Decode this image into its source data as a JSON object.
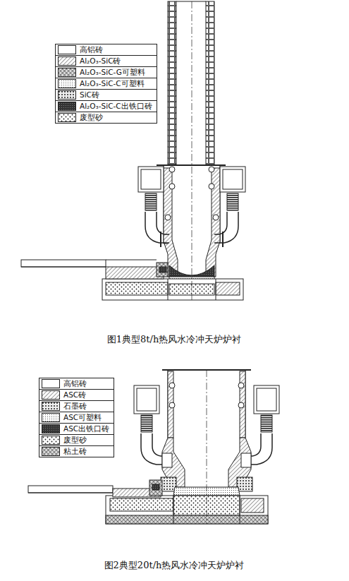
{
  "diagram": {
    "labels": [
      "图1典型8t/h热风水冷冲天炉炉衬",
      "图2典型20t/h热风水冷冲天炉炉衬"
    ],
    "legend": [
      {
        "text": "高铝砖",
        "color": "#ffffff"
      },
      {
        "text": "Al₂O₃-SiC砖"
      },
      {
        "text": "Al₂O₃-SiC-G可塑料"
      },
      {
        "text": "Al₂O₃-SiC-C可塑料"
      },
      {
        "text": "SiC砖"
      },
      {
        "text": "Al₂O₃-SiC-C出铁口砖"
      },
      {
        "text": "废型砂"
      },
      {
        "text": "高铝砖",
        "color": "#ffffff"
      },
      {
        "text": "ASC砖"
      },
      {
        "text": "石墨砖"
      },
      {
        "text": "ASC可塑料"
      },
      {
        "text": "ASC出铁口砖"
      },
      {
        "text": "废型砂"
      },
      {
        "text": "粘土砖"
      }
    ]
  }
}
